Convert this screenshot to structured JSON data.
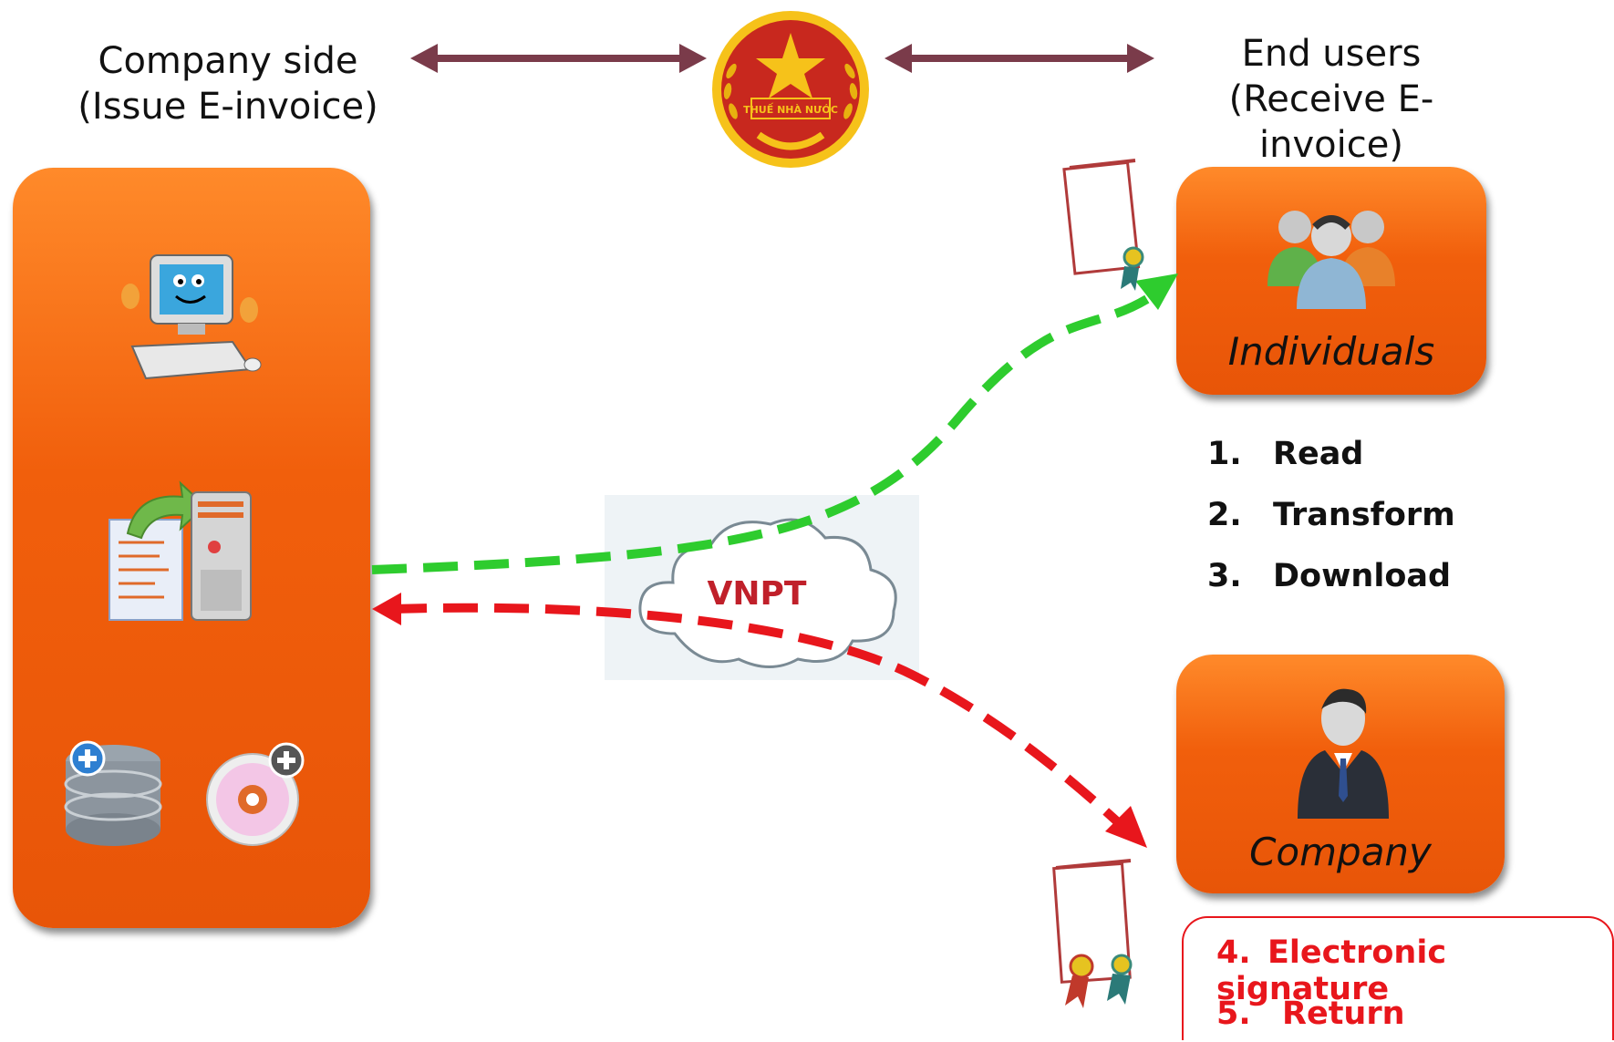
{
  "left_heading": {
    "line1": "Company side",
    "line2": "(Issue E-invoice)"
  },
  "right_heading": {
    "line1": "End users",
    "line2": "(Receive E-invoice)"
  },
  "emblem": {
    "text": "THUẾ NHÀ NƯỚC"
  },
  "cloud": {
    "label": "VNPT"
  },
  "individuals_box": {
    "label": "Individuals"
  },
  "company_box": {
    "label": "Company"
  },
  "individual_steps": [
    {
      "num": "1.",
      "text": "Read"
    },
    {
      "num": "2.",
      "text": "Transform"
    },
    {
      "num": "3.",
      "text": "Download"
    }
  ],
  "company_steps": [
    {
      "num": "4.",
      "text": "Electronic signature"
    },
    {
      "num": "5.",
      "text": "Return"
    }
  ],
  "colors": {
    "orange": "#f15f0c",
    "arrow_dark": "#7a3b4a",
    "green_arrow": "#2ecc2e",
    "red_arrow": "#e8161c",
    "step_red": "#e8161c"
  },
  "icons": [
    "computer-mascot-icon",
    "document-server-icon",
    "database-add-icon",
    "cd-add-icon",
    "users-group-icon",
    "businessman-icon",
    "certificate-icon",
    "emblem-icon",
    "cloud-icon"
  ]
}
